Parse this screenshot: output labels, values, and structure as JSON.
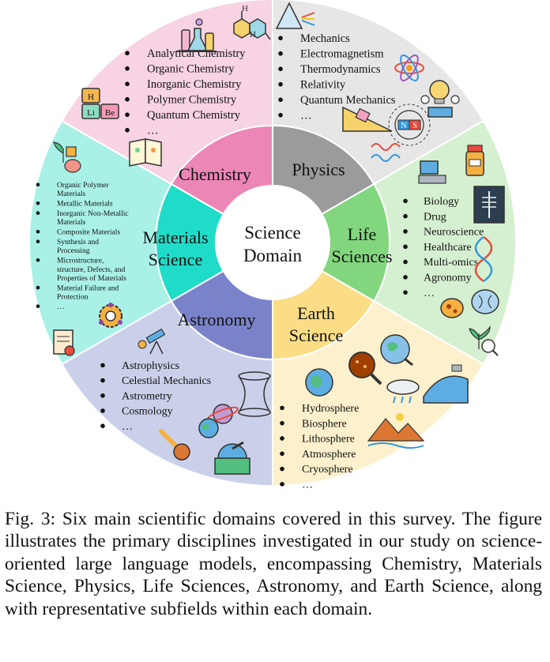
{
  "center": {
    "line1": "Science",
    "line2": "Domain"
  },
  "colors": {
    "chemistry_outer": "#f7d3e3",
    "chemistry_inner": "#ec86b6",
    "physics_outer": "#e6e6e6",
    "physics_inner": "#9b9b9b",
    "life_outer": "#d5f0d0",
    "life_inner": "#82d67e",
    "earth_outer": "#fdf0cc",
    "earth_inner": "#fbdd86",
    "astronomy_outer": "#cbd0ea",
    "astronomy_inner": "#7a83c9",
    "materials_outer": "#a9f1e6",
    "materials_inner": "#1fdcc8"
  },
  "domains": {
    "chemistry": {
      "label": "Chemistry",
      "items": [
        "Analytical Chemistry",
        "Organic Chemistry",
        "Inorganic Chemistry",
        "Polymer Chemistry",
        "Quantum Chemistry",
        "…"
      ],
      "badges": [
        "H",
        "Li",
        "Be"
      ]
    },
    "physics": {
      "label": "Physics",
      "items": [
        "Mechanics",
        "Electromagnetism",
        "Thermodynamics",
        "Relativity",
        "Quantum Mechanics",
        "…"
      ],
      "badges": [
        "N",
        "S"
      ]
    },
    "life": {
      "label_line1": "Life",
      "label_line2": "Sciences",
      "items": [
        "Biology",
        "Drug",
        "Neuroscience",
        "Healthcare",
        "Multi-omics",
        "Agronomy",
        "…"
      ]
    },
    "earth": {
      "label_line1": "Earth",
      "label_line2": "Science",
      "items": [
        "Hydrosphere",
        "Biosphere",
        "Lithosphere",
        "Atmosphere",
        "Cryosphere",
        "…"
      ]
    },
    "astronomy": {
      "label": "Astronomy",
      "items": [
        "Astrophysics",
        "Celestial Mechanics",
        "Astrometry",
        "Cosmology",
        "…"
      ]
    },
    "materials": {
      "label_line1": "Materials",
      "label_line2": "Science",
      "items": [
        [
          "Organic Polymer",
          "Materials"
        ],
        [
          "Metallic Materials"
        ],
        [
          "Inorganic Non-Metallic",
          "Materials"
        ],
        [
          "Composite Materials"
        ],
        [
          "Synthesis and",
          "Processing"
        ],
        [
          "Microstructure,",
          "structure, Defects, and",
          "Properties of Materials"
        ],
        [
          "Material Failure and",
          "Protection"
        ],
        [
          "…"
        ]
      ]
    }
  },
  "caption": "Fig. 3: Six main scientific domains covered in this survey. The figure illustrates the primary disciplines investigated in our study on science-oriented large language models, encompassing Chemistry, Materials Science, Physics, Life Sciences, Astronomy, and Earth Science, along with representative subfields within each domain."
}
